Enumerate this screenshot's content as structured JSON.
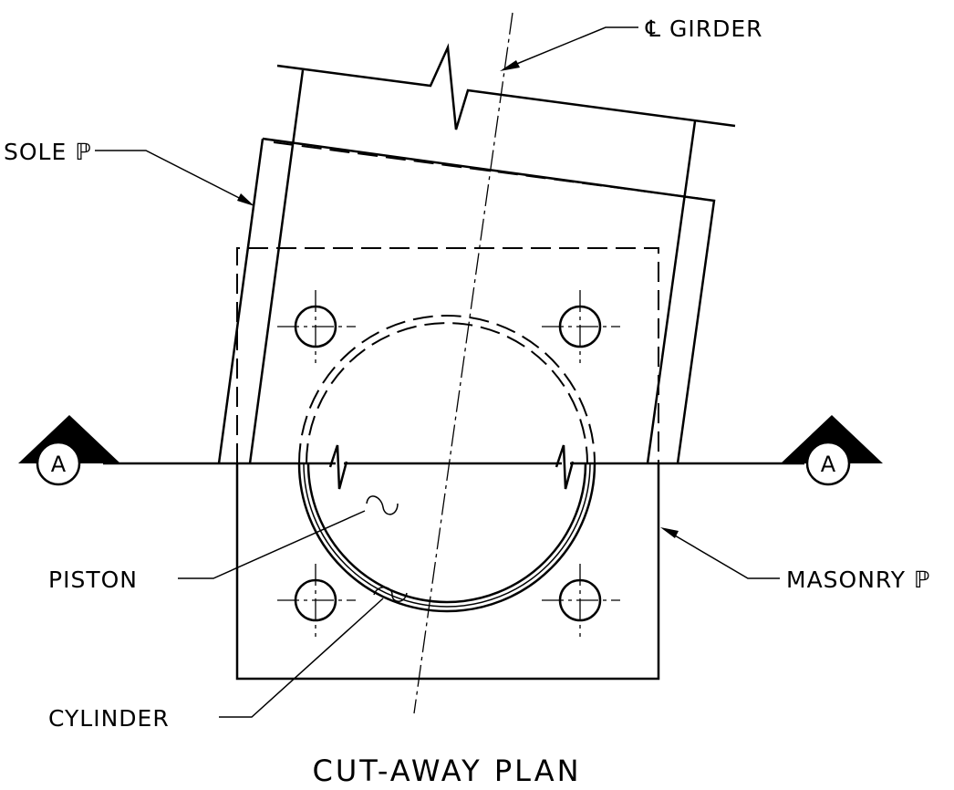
{
  "labels": {
    "girder_centerline": "℄ GIRDER",
    "sole_plate": "SOLE ℙ",
    "piston": "PISTON",
    "masonry_plate": "MASONRY ℙ",
    "cylinder": "CYLINDER",
    "section_marker": "A",
    "title": "CUT-AWAY PLAN"
  }
}
